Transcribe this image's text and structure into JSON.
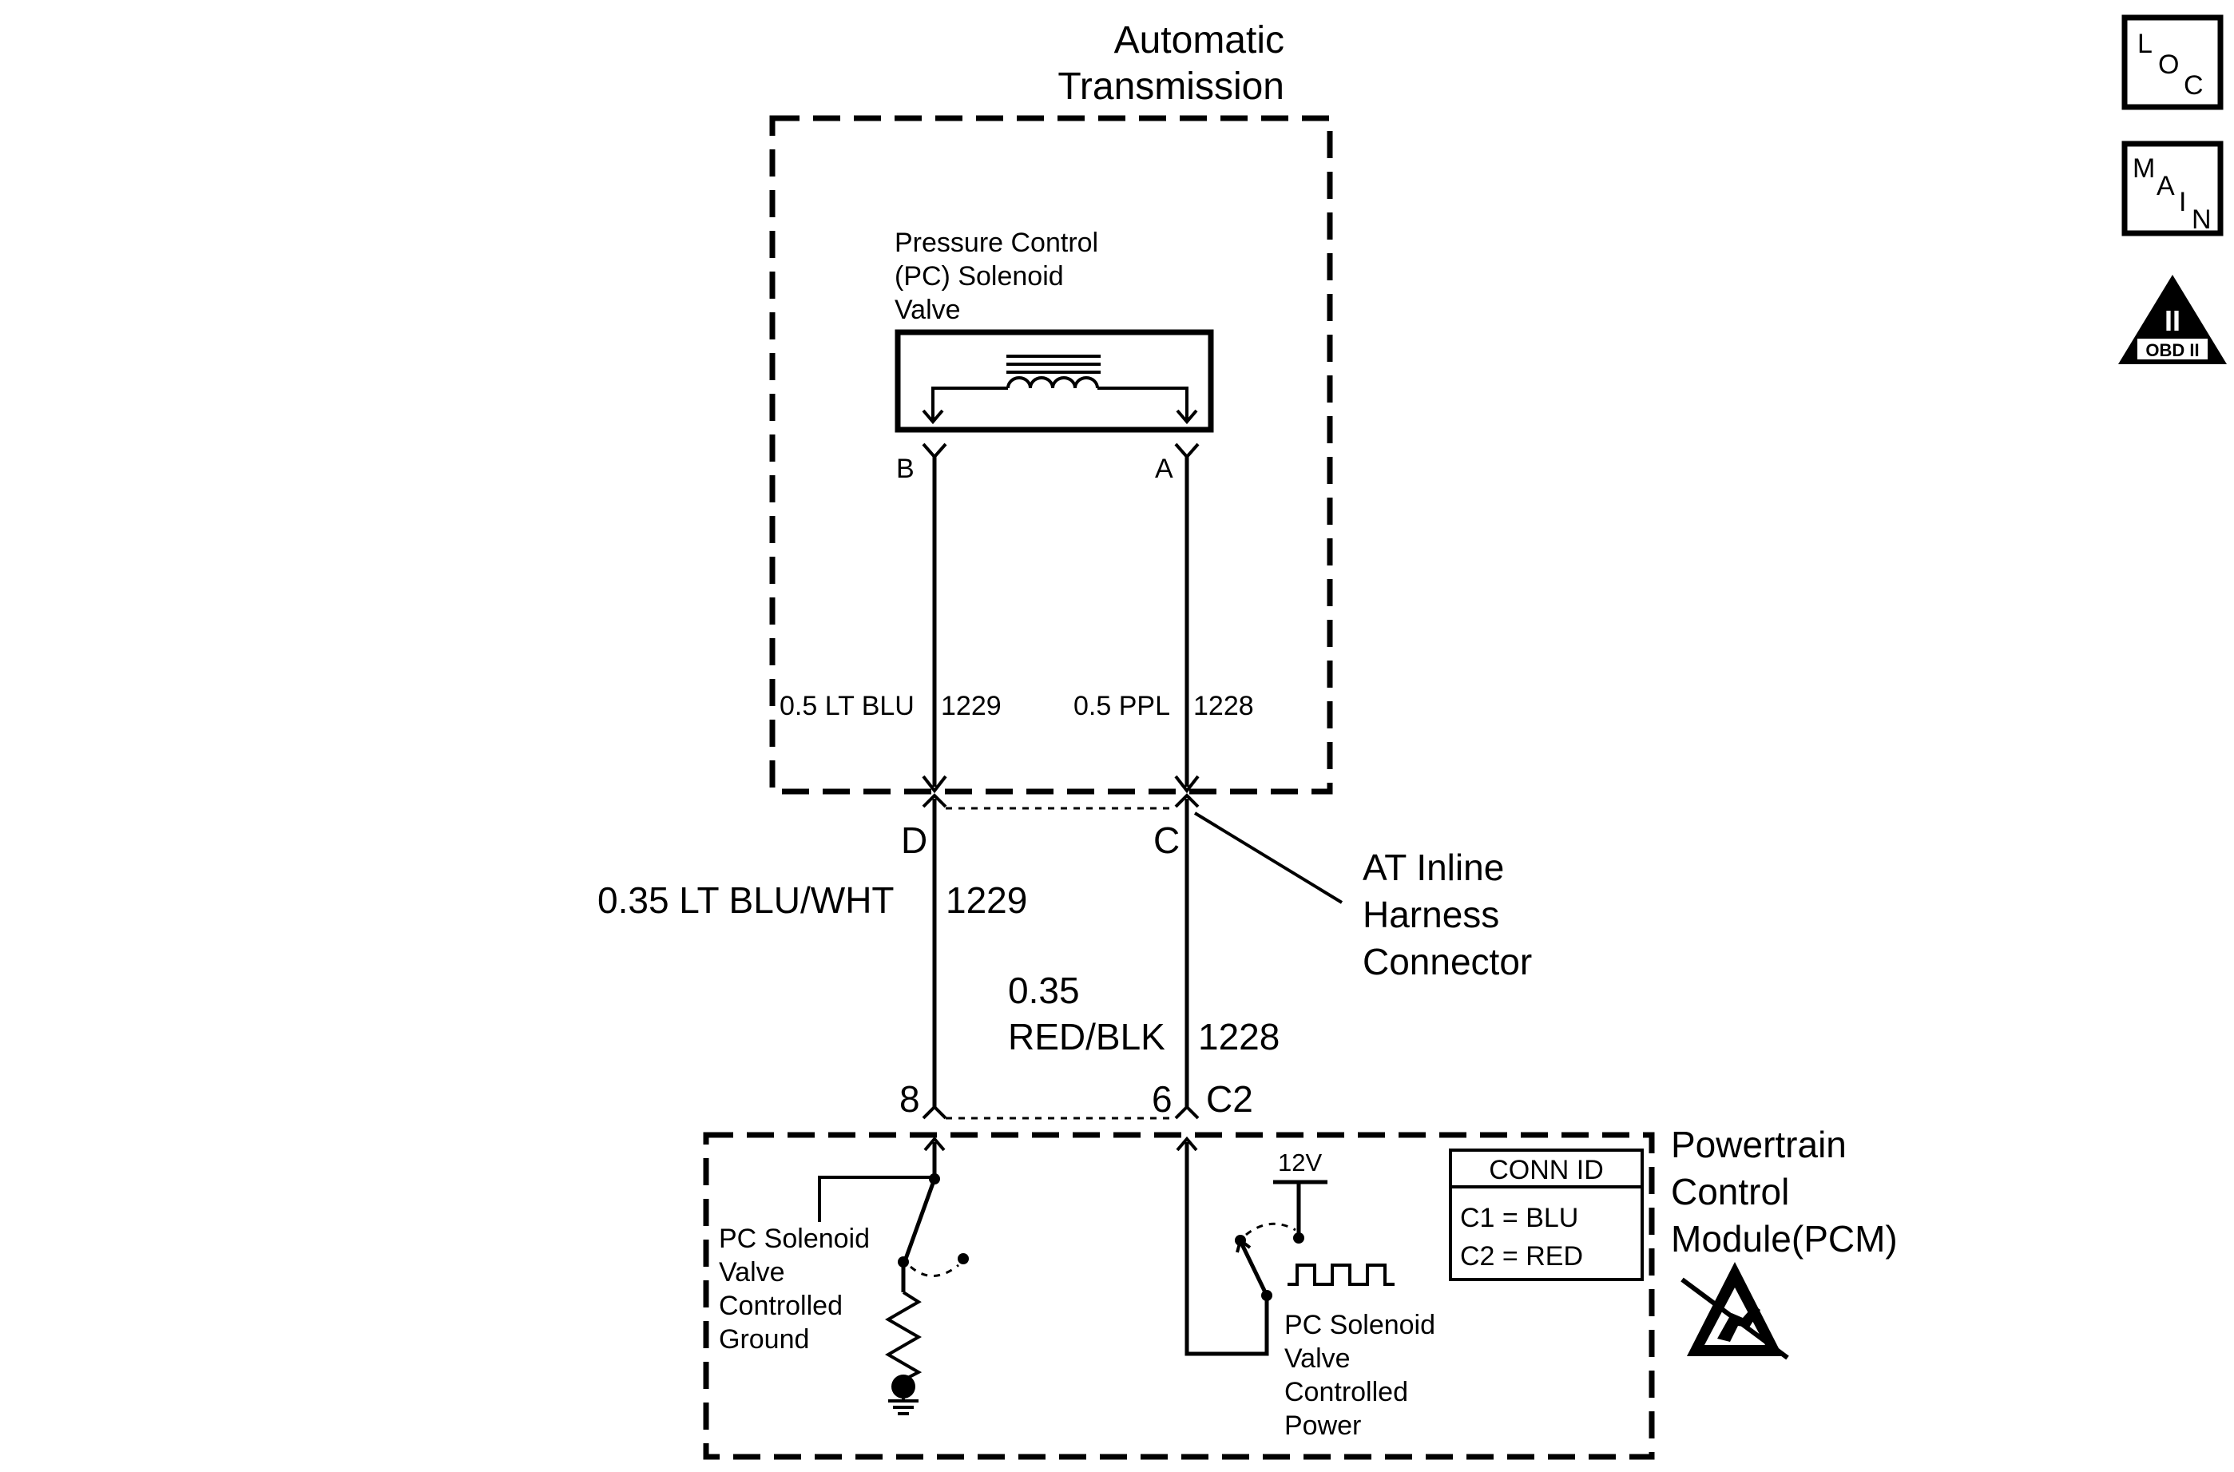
{
  "transmission": {
    "title_line1": "Automatic",
    "title_line2": "Transmission",
    "solenoid_line1": "Pressure Control",
    "solenoid_line2": "(PC) Solenoid",
    "solenoid_line3": "Valve",
    "pin_b": "B",
    "pin_a": "A",
    "wire_left": "0.5 LT BLU",
    "circuit_left": "1229",
    "wire_right": "0.5 PPL",
    "circuit_right": "1228"
  },
  "inline_connector": {
    "pin_d": "D",
    "pin_c": "C",
    "label_line1": "AT Inline",
    "label_line2": "Harness",
    "label_line3": "Connector"
  },
  "harness": {
    "wire_left": "0.35 LT BLU/WHT",
    "circuit_left": "1229",
    "wire_right_line1": "0.35",
    "wire_right_line2": "RED/BLK",
    "circuit_right": "1228",
    "pcm_pin_left": "8",
    "pcm_pin_right": "6",
    "pcm_connector": "C2"
  },
  "pcm": {
    "title_line1": "Powertrain",
    "title_line2": "Control",
    "title_line3": "Module(PCM)",
    "ground_line1": "PC Solenoid",
    "ground_line2": "Valve",
    "ground_line3": "Controlled",
    "ground_line4": "Ground",
    "power_line1": "PC Solenoid",
    "power_line2": "Valve",
    "power_line3": "Controlled",
    "power_line4": "Power",
    "supply": "12V",
    "conn_id": {
      "header": "CONN ID",
      "row1": "C1 = BLU",
      "row2": "C2 = RED"
    }
  },
  "nav": {
    "loc": [
      "L",
      "O",
      "C"
    ],
    "main": [
      "M",
      "A",
      "I",
      "N"
    ],
    "obd_numeral": "II",
    "obd_label": "OBD II"
  }
}
